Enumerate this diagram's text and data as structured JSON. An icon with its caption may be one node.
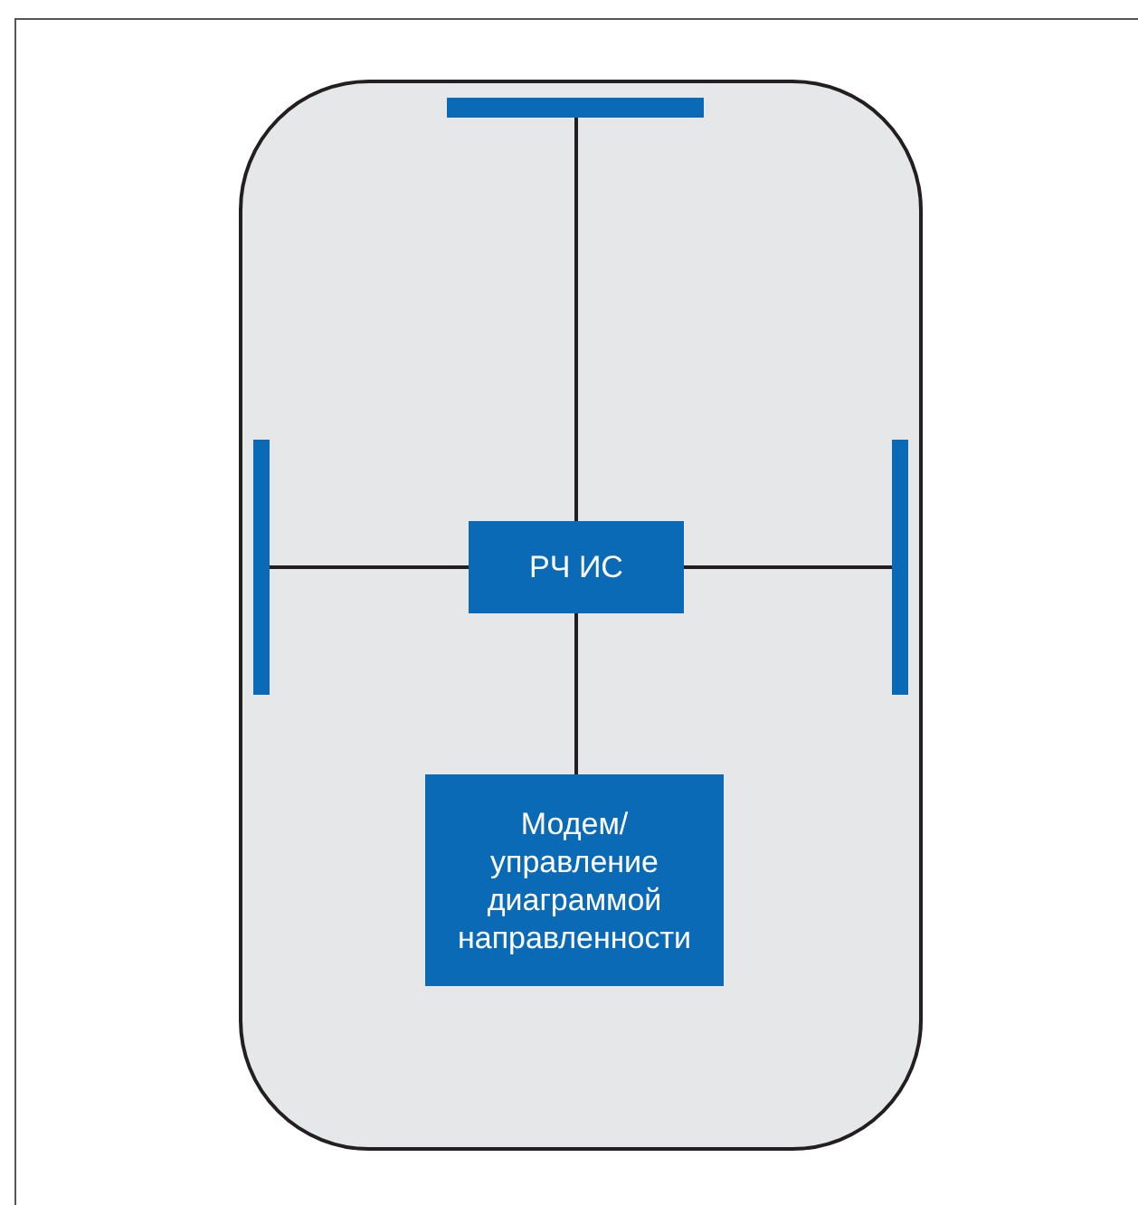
{
  "diagram": {
    "nodes": [
      {
        "text": [],
        "shape": "box"
      },
      {
        "text": [],
        "shape": "bar",
        "in": 0
      },
      {
        "text": [],
        "shape": "bar",
        "in": 0
      },
      {
        "text": [
          "РЧ ИС"
        ],
        "in": 0
      },
      {
        "text": [],
        "shape": "bar",
        "in": 0
      },
      {
        "text": [
          "Модем/ управление диаграммой направленности"
        ],
        "in": 0
      }
    ],
    "edges": [
      {
        "from": 3,
        "to": 1,
        "arrow": "none"
      },
      {
        "from": 3,
        "to": 2,
        "arrow": "none"
      },
      {
        "from": 3,
        "to": 4,
        "arrow": "none"
      },
      {
        "from": 3,
        "to": 5,
        "arrow": "none"
      }
    ]
  }
}
